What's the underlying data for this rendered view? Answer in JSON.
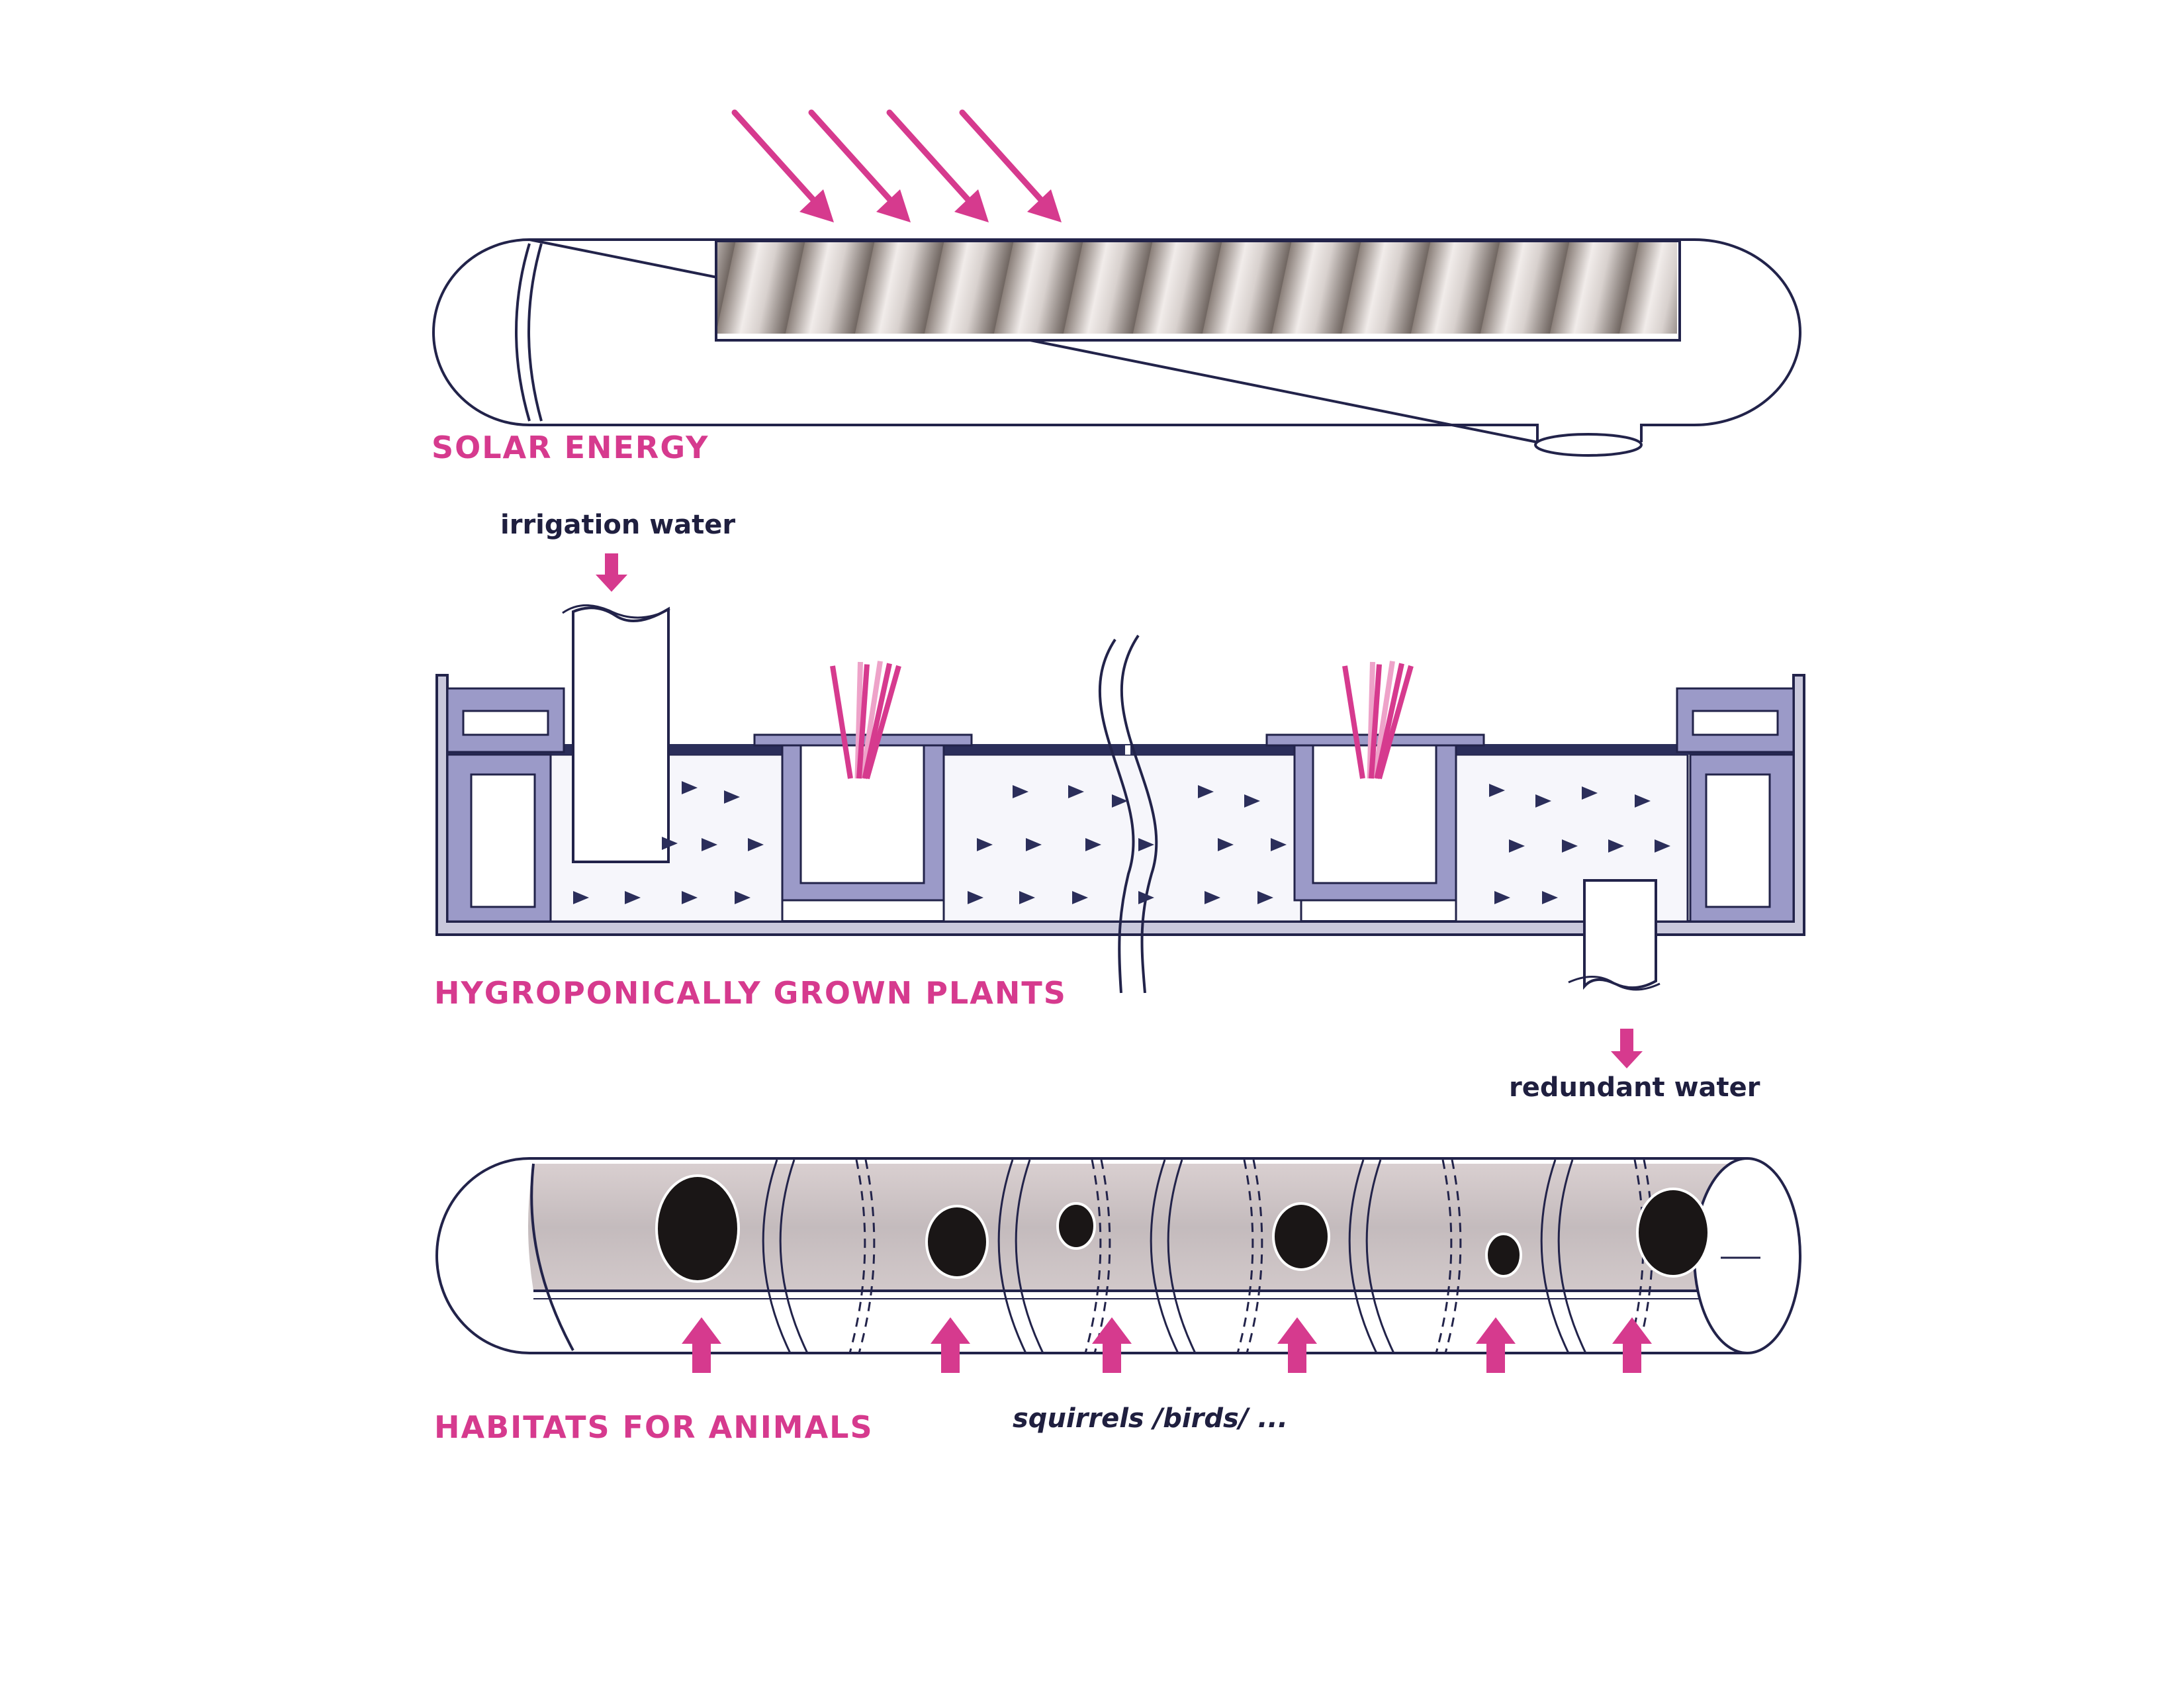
{
  "colors": {
    "accent": "#d63a8e",
    "accent_light": "#eea3c9",
    "outline": "#22234a",
    "panel": "#9b9ac8",
    "panel_dark": "#2b2e5a",
    "soil": "#f6f6fb",
    "texture": "#c7bfbd"
  },
  "sections": {
    "solar": {
      "title": "SOLAR ENERGY"
    },
    "plants": {
      "title": "HYGROPONICALLY GROWN PLANTS",
      "input_label": "irrigation water",
      "output_label": "redundant water"
    },
    "habitats": {
      "title": "HABITATS FOR ANIMALS",
      "animals_label": "squirrels /birds/ ..."
    }
  }
}
